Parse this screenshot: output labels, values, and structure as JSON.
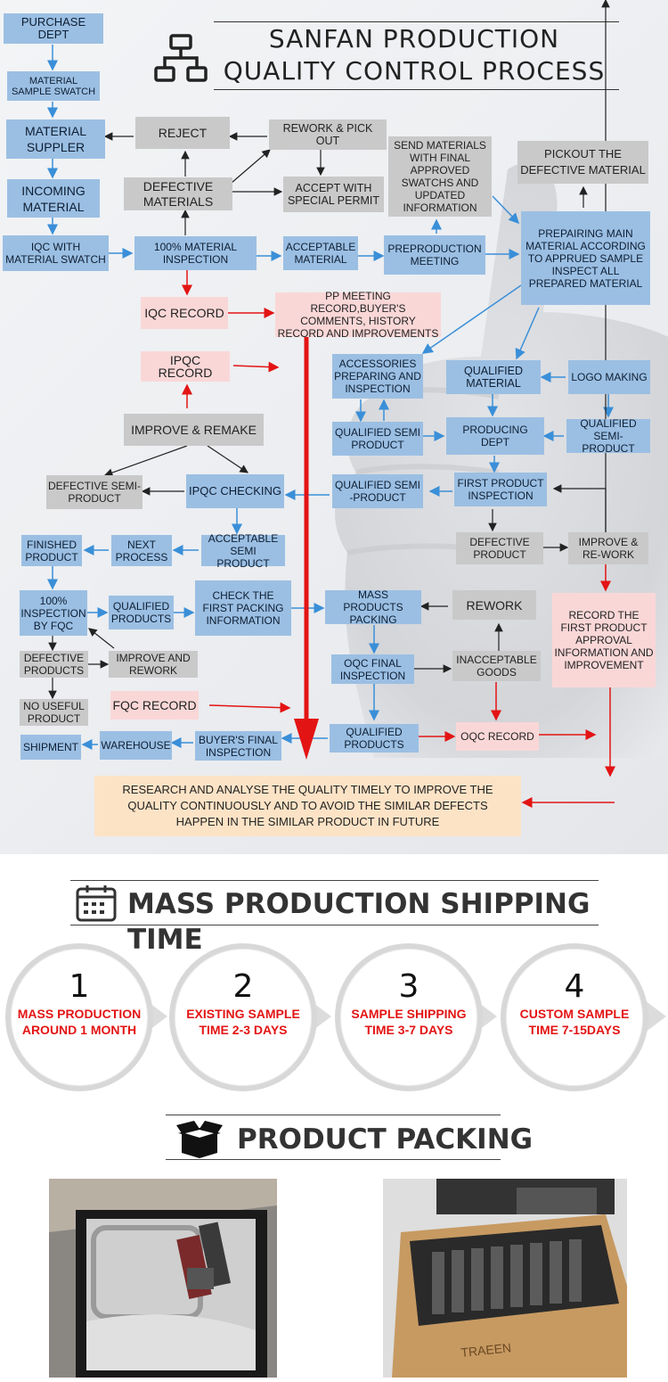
{
  "header": {
    "title_line1": "SANFAN  PRODUCTION",
    "title_line2": "QUALITY  CONTROL  PROCESS",
    "icon": "org-chart-icon"
  },
  "nodes": {
    "purchase": "PURCHASE DEPT",
    "swatch": "MATERIAL SAMPLE SWATCH",
    "supplier": "MATERIAL SUPPLER",
    "incoming": "INCOMING MATERIAL",
    "iqc_swatch": "IQC WITH MATERIAL  SWATCH",
    "reject": "REJECT",
    "rework_pick": "REWORK & PICK OUT",
    "defective_materials": "DEFECTIVE MATERIALS",
    "accept_permit": "ACCEPT WITH SPECIAL PERMIT",
    "inspection100": "100% MATERIAL INSPECTION",
    "acceptable_material": "ACCEPTABLE MATERIAL",
    "send_materials": "SEND MATERIALS WITH FINAL APPROVED SWATCHS AND  UPDATED INFORMATION",
    "pickout": "PICKOUT THE DEFECTIVE MATERIAL",
    "preproduction": "PREPRODUCTION MEETING",
    "preparing": "PREPAIRING MAIN MATERIAL ACCORDING TO  APPRUED SAMPLE INSPECT ALL PREPARED MATERIAL",
    "iqc_record": "IQC RECORD",
    "pp_record": "PP MEETING RECORD,BUYER'S COMMENTS, HISTORY RECORD AND IMPROVEMENTS",
    "ipqc_record": "IPQC RECORD",
    "accessories": "ACCESSORIES PREPARING AND INSPECTION",
    "qualified_material": "QUALIFIED MATERIAL",
    "logo": "LOGO MAKING",
    "improve_remake": "IMPROVE & REMAKE",
    "qsemi1": "QUALIFIED SEMI PRODUCT",
    "producing": "PRODUCING DEPT",
    "qsemi2": "QUALIFIED SEMI-PRODUCT",
    "defective_semi": "DEFECTIVE SEMI-PRODUCT",
    "ipqc_checking": "IPQC CHECKING",
    "qsemi3": "QUALIFIED SEMI -PRODUCT",
    "first_inspection": "FIRST PRODUCT INSPECTION",
    "finished": "FINISHED PRODUCT",
    "next_process": "NEXT PROCESS",
    "acceptable_semi": "ACCEPTABLE SEMI PRODUCT",
    "defective_product": "DEFECTIVE PRODUCT",
    "improve_rework_r": "IMPROVE & RE-WORK",
    "fqc100": "100% INSPECTION BY FQC",
    "qualified_products": "QUALIFIED PRODUCTS",
    "check_first": "CHECK THE FIRST PACKING INFORMATION",
    "mass_packing": "MASS PRODUCTS PACKING",
    "rework": "REWORK",
    "record_first": "RECORD THE FIRST PRODUCT APPROVAL INFORMATION AND IMPROVEMENT",
    "defective_products": "DEFECTIVE PRODUCTS",
    "improve_rework_l": "IMPROVE AND REWORK",
    "oqc_final": "OQC FINAL INSPECTION",
    "inacceptable": "INACCEPTABLE GOODS",
    "no_useful": "NO USEFUL PRODUCT",
    "fqc_record": "FQC RECORD",
    "shipment": "SHIPMENT",
    "warehouse": "WAREHOUSE",
    "buyer_final": "BUYER'S FINAL INSPECTION",
    "qualified_products2": "QUALIFIED PRODUCTS",
    "oqc_record": "OQC  RECORD",
    "research": "RESEARCH AND ANALYSE THE QUALITY  TIMELY TO IMPROVE  THE QUALITY  CONTINUOUSLY AND TO AVOID THE SIMILAR DEFECTS HAPPEN  IN  THE  SIMILAR PRODUCT IN FUTURE"
  },
  "shipping": {
    "title": "MASS PRODUCTION SHIPPING TIME",
    "icon": "calendar-icon",
    "steps": [
      {
        "num": "1",
        "text": "MASS PRODUCTION AROUND 1 MONTH"
      },
      {
        "num": "2",
        "text": "EXISTING SAMPLE TIME 2-3 DAYS"
      },
      {
        "num": "3",
        "text": "SAMPLE SHIPPING TIME 3-7 DAYS"
      },
      {
        "num": "4",
        "text": "CUSTOM SAMPLE TIME 7-15DAYS"
      }
    ]
  },
  "packing": {
    "title": "PRODUCT PACKING",
    "icon": "open-box-icon",
    "box_brand": "TRAEEN"
  },
  "colors": {
    "blue": "#9bbfe3",
    "gray": "#c9c9c9",
    "pink": "#fad7d7",
    "peach": "#fde3c6",
    "arrow_blue": "#3a8fd8",
    "arrow_red": "#e31414",
    "step_red": "#e31414"
  }
}
